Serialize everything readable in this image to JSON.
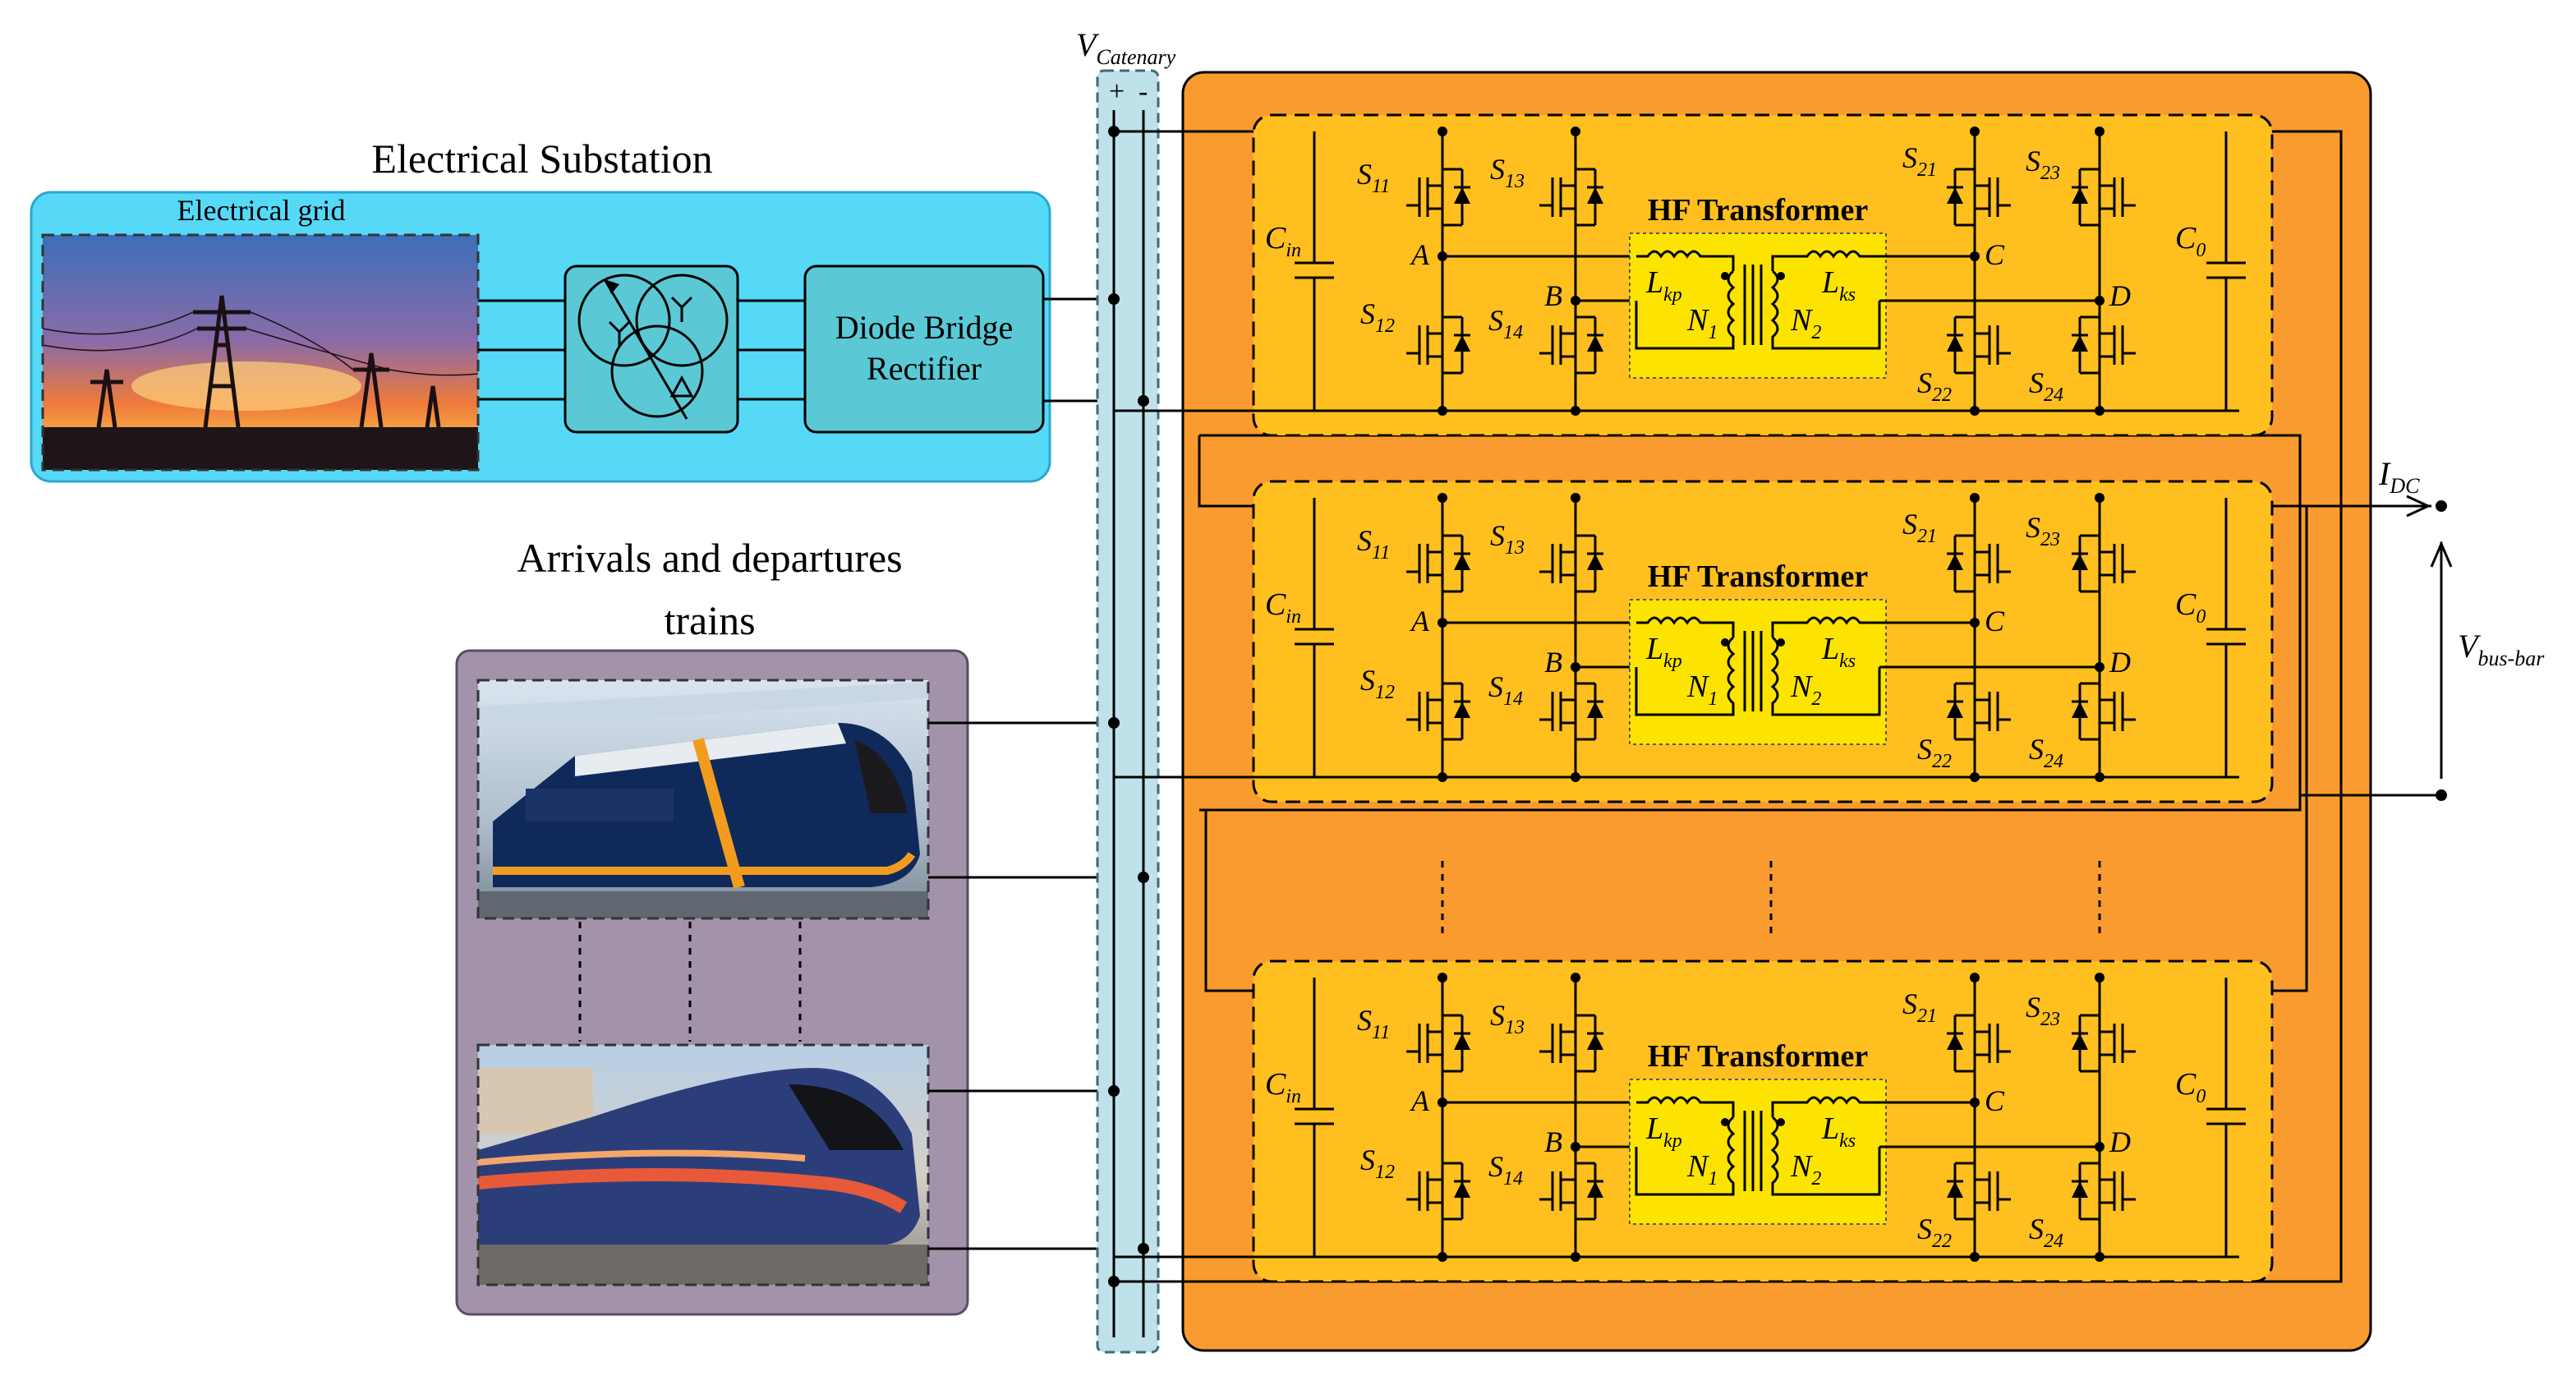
{
  "substation": {
    "title": "Electrical Substation",
    "grid_label": "Electrical grid",
    "rectifier_line1": "Diode Bridge",
    "rectifier_line2": "Rectifier"
  },
  "trains": {
    "title_line1": "Arrivals and departures",
    "title_line2": "trains"
  },
  "catenary": {
    "label_main": "V",
    "label_sub": "Catenary",
    "plus": "+",
    "minus": "-"
  },
  "output": {
    "current_main": "I",
    "current_sub": "DC",
    "voltage_main": "V",
    "voltage_sub": "bus-bar"
  },
  "module": {
    "transformer_label": "HF Transformer",
    "cin_main": "C",
    "cin_sub": "in",
    "co_main": "C",
    "co_sub": "0",
    "node_a": "A",
    "node_b": "B",
    "node_c": "C",
    "node_d": "D",
    "lkp_main": "L",
    "lkp_sub": "kp",
    "lks_main": "L",
    "lks_sub": "ks",
    "n1_main": "N",
    "n1_sub": "1",
    "n2_main": "N",
    "n2_sub": "2",
    "switches": [
      {
        "main": "S",
        "sub": "11"
      },
      {
        "main": "S",
        "sub": "13"
      },
      {
        "main": "S",
        "sub": "12"
      },
      {
        "main": "S",
        "sub": "14"
      },
      {
        "main": "S",
        "sub": "21"
      },
      {
        "main": "S",
        "sub": "23"
      },
      {
        "main": "S",
        "sub": "22"
      },
      {
        "main": "S",
        "sub": "24"
      }
    ]
  },
  "colors": {
    "substation_fill": "#55d9f7",
    "train_fill": "#a293ab",
    "converter_fill": "#f99b2e",
    "module_fill": "#ffbf1f",
    "transformer_fill": "#fde400",
    "catenary_fill": "#bfe1ea",
    "rectifier_fill": "#5ac9d5"
  }
}
